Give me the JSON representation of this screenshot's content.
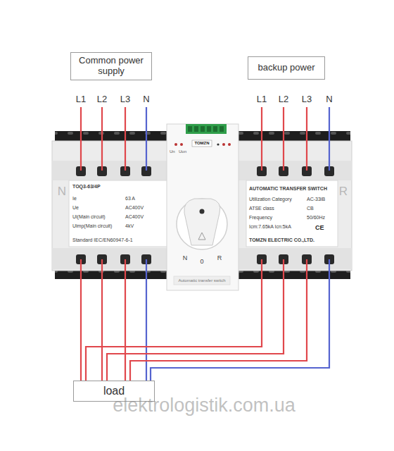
{
  "diagram": {
    "nodes": [
      {
        "text": [
          "Common power supply"
        ]
      },
      {
        "text": [
          "backup power"
        ]
      },
      {
        "text": [
          "load"
        ]
      }
    ],
    "labels": [
      "L1",
      "L2",
      "L3",
      "N",
      "L1",
      "L2",
      "L3",
      "N",
      "Un",
      "Uon",
      "TOMZN",
      "N",
      "R",
      "TOQ3-63/4P",
      "Ie",
      "63 A",
      "Ue",
      "AC400V",
      "Ui(Main circuit)",
      "AC400V",
      "Uimp(Main circuit)",
      "4kV",
      "Standard IEC/EN60947-6-1",
      "AUTOMATIC TRANSFER SWITCH",
      "Utilization Category",
      "AC-33iB",
      "ATSE class",
      "CB",
      "Frequency",
      "50/60Hz",
      "Icm:7.65kA Icn:5kA",
      "CE",
      "TOMZN ELECTRIC CO.,LTD.",
      "N",
      "0",
      "R",
      "Automatic transfer switch",
      "elektrologistik.com.ua"
    ]
  }
}
